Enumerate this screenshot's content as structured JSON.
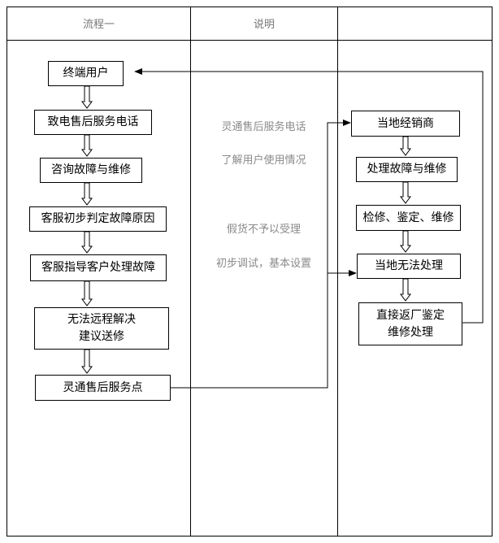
{
  "headers": {
    "col1": "流程一",
    "col2": "说明",
    "col3": ""
  },
  "flow_left": [
    "终端用户",
    "致电售后服务电话",
    "咨询故障与维修",
    "客服初步判定故障原因",
    "客服指导客户处理故障",
    {
      "line1": "无法远程解决",
      "line2": "建议送修"
    },
    "灵通售后服务点"
  ],
  "notes": [
    "灵通售后服务电话",
    "了解用户使用情况",
    "假货不予以受理",
    "初步调试，基本设置"
  ],
  "flow_right": [
    "当地经销商",
    "处理故障与维修",
    "检修、鉴定、维修",
    "当地无法处理",
    {
      "line1": "直接返厂鉴定",
      "line2": "维修处理"
    }
  ]
}
